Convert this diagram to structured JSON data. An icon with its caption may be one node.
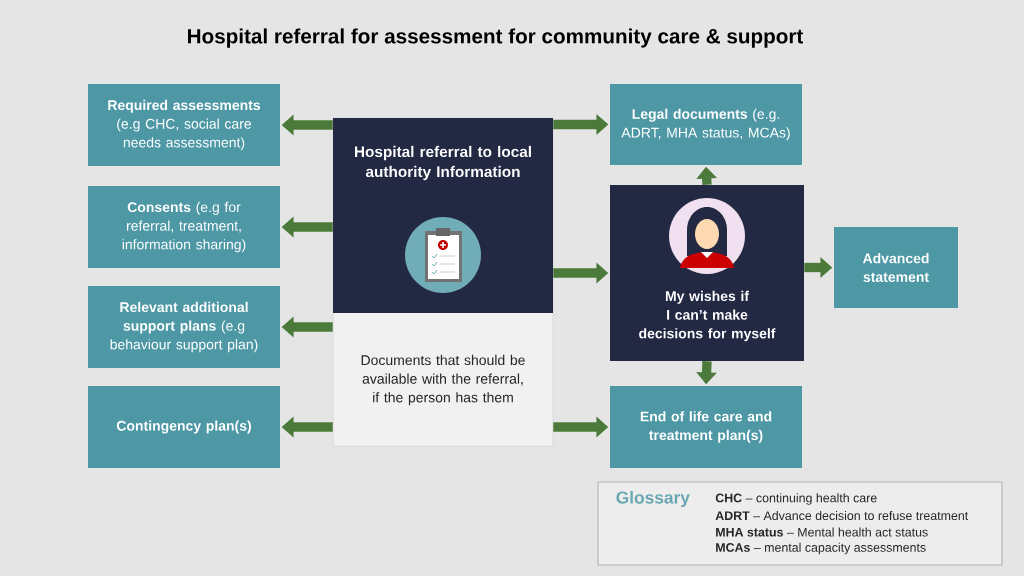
{
  "diagram": {
    "title": "Hospital referral for assessment for community care & support",
    "nodes": [
      {
        "text": [
          "Hospital referral to local authority Information",
          "Documents that should be available with the referral, if the person has them"
        ]
      },
      {
        "text": [
          "**Required assessments** (e.g CHC, social care needs assessment)"
        ]
      },
      {
        "text": [
          "**Consents** (e.g for referral, treatment, information sharing)"
        ]
      },
      {
        "text": [
          "**Relevant additional support plans** (e.g behaviour support plan)"
        ]
      },
      {
        "text": [
          "Contingency plan(s)"
        ]
      },
      {
        "text": [
          "**Legal documents** (e.g. ADRT, MHA status, MCAs)"
        ]
      },
      {
        "text": [
          "My wishes if I can’t make decisions for myself"
        ]
      },
      {
        "text": [
          "Advanced statement"
        ]
      },
      {
        "text": [
          "End of life care and treatment plan(s)"
        ]
      },
      {
        "text": [
          "Glossary",
          "**CHC** – continuing health care",
          "**ADRT** – Advance decision to refuse treatment",
          "**MHA status** – Mental health act status",
          "**MCAs** – mental capacity assessments"
        ]
      }
    ],
    "edges": [
      {
        "from": 0,
        "to": 1,
        "arrow": "to"
      },
      {
        "from": 0,
        "to": 2,
        "arrow": "to"
      },
      {
        "from": 0,
        "to": 3,
        "arrow": "to"
      },
      {
        "from": 0,
        "to": 4,
        "arrow": "to"
      },
      {
        "from": 0,
        "to": 5,
        "arrow": "to"
      },
      {
        "from": 0,
        "to": 6,
        "arrow": "to"
      },
      {
        "from": 0,
        "to": 8,
        "arrow": "to"
      },
      {
        "from": 6,
        "to": 5,
        "arrow": "to"
      },
      {
        "from": 6,
        "to": 7,
        "arrow": "to"
      },
      {
        "from": 6,
        "to": 8,
        "arrow": "to"
      }
    ]
  }
}
